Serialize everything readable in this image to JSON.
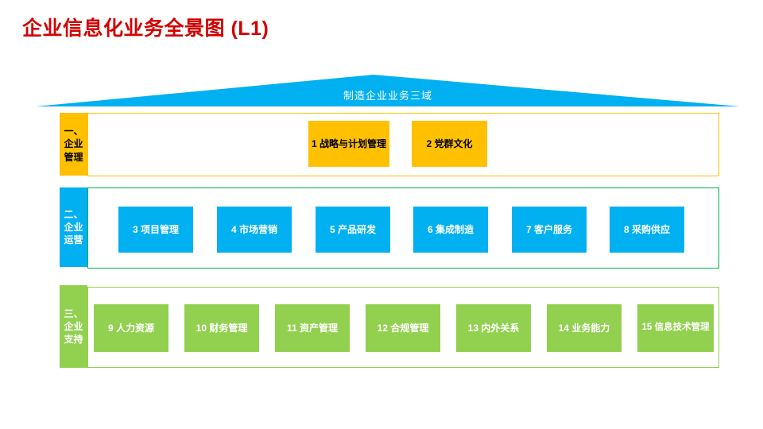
{
  "page": {
    "title": "企业信息化业务全景图 (L1)",
    "title_color": "#d20000",
    "background_color": "#ffffff"
  },
  "roof": {
    "label": "制造企业业务三域",
    "fill_color": "#00b0f0",
    "text_color": "#ffffff"
  },
  "bands": [
    {
      "name": "enterprise-management",
      "label": "一、\n企业\n管理",
      "label_fill": "#ffc000",
      "label_text_color": "#000000",
      "border_color": "#ffc000",
      "box_fill": "#ffc000",
      "box_text_color": "#000000",
      "boxes": [
        {
          "label": "1 战略与计划管理"
        },
        {
          "label": "2 党群文化"
        }
      ]
    },
    {
      "name": "enterprise-operations",
      "label": "二、\n企业\n运营",
      "label_fill": "#00b0f0",
      "label_text_color": "#ffffff",
      "border_color": "#00b050",
      "box_fill": "#00b0f0",
      "box_text_color": "#ffffff",
      "boxes": [
        {
          "label": "3 项目管理"
        },
        {
          "label": "4 市场营销"
        },
        {
          "label": "5 产品研发"
        },
        {
          "label": "6 集成制造"
        },
        {
          "label": "7 客户服务"
        },
        {
          "label": "8 采购供应"
        }
      ]
    },
    {
      "name": "enterprise-support",
      "label": "三、\n企业\n支持",
      "label_fill": "#92d050",
      "label_text_color": "#ffffff",
      "border_color": "#92d050",
      "box_fill": "#92d050",
      "box_text_color": "#ffffff",
      "boxes": [
        {
          "label": "9 人力资源"
        },
        {
          "label": "10 财务管理"
        },
        {
          "label": "11 资产管理"
        },
        {
          "label": "12 合规管理"
        },
        {
          "label": "13 内外关系"
        },
        {
          "label": "14 业务能力"
        },
        {
          "label": "15 信息技术管理"
        }
      ]
    }
  ]
}
